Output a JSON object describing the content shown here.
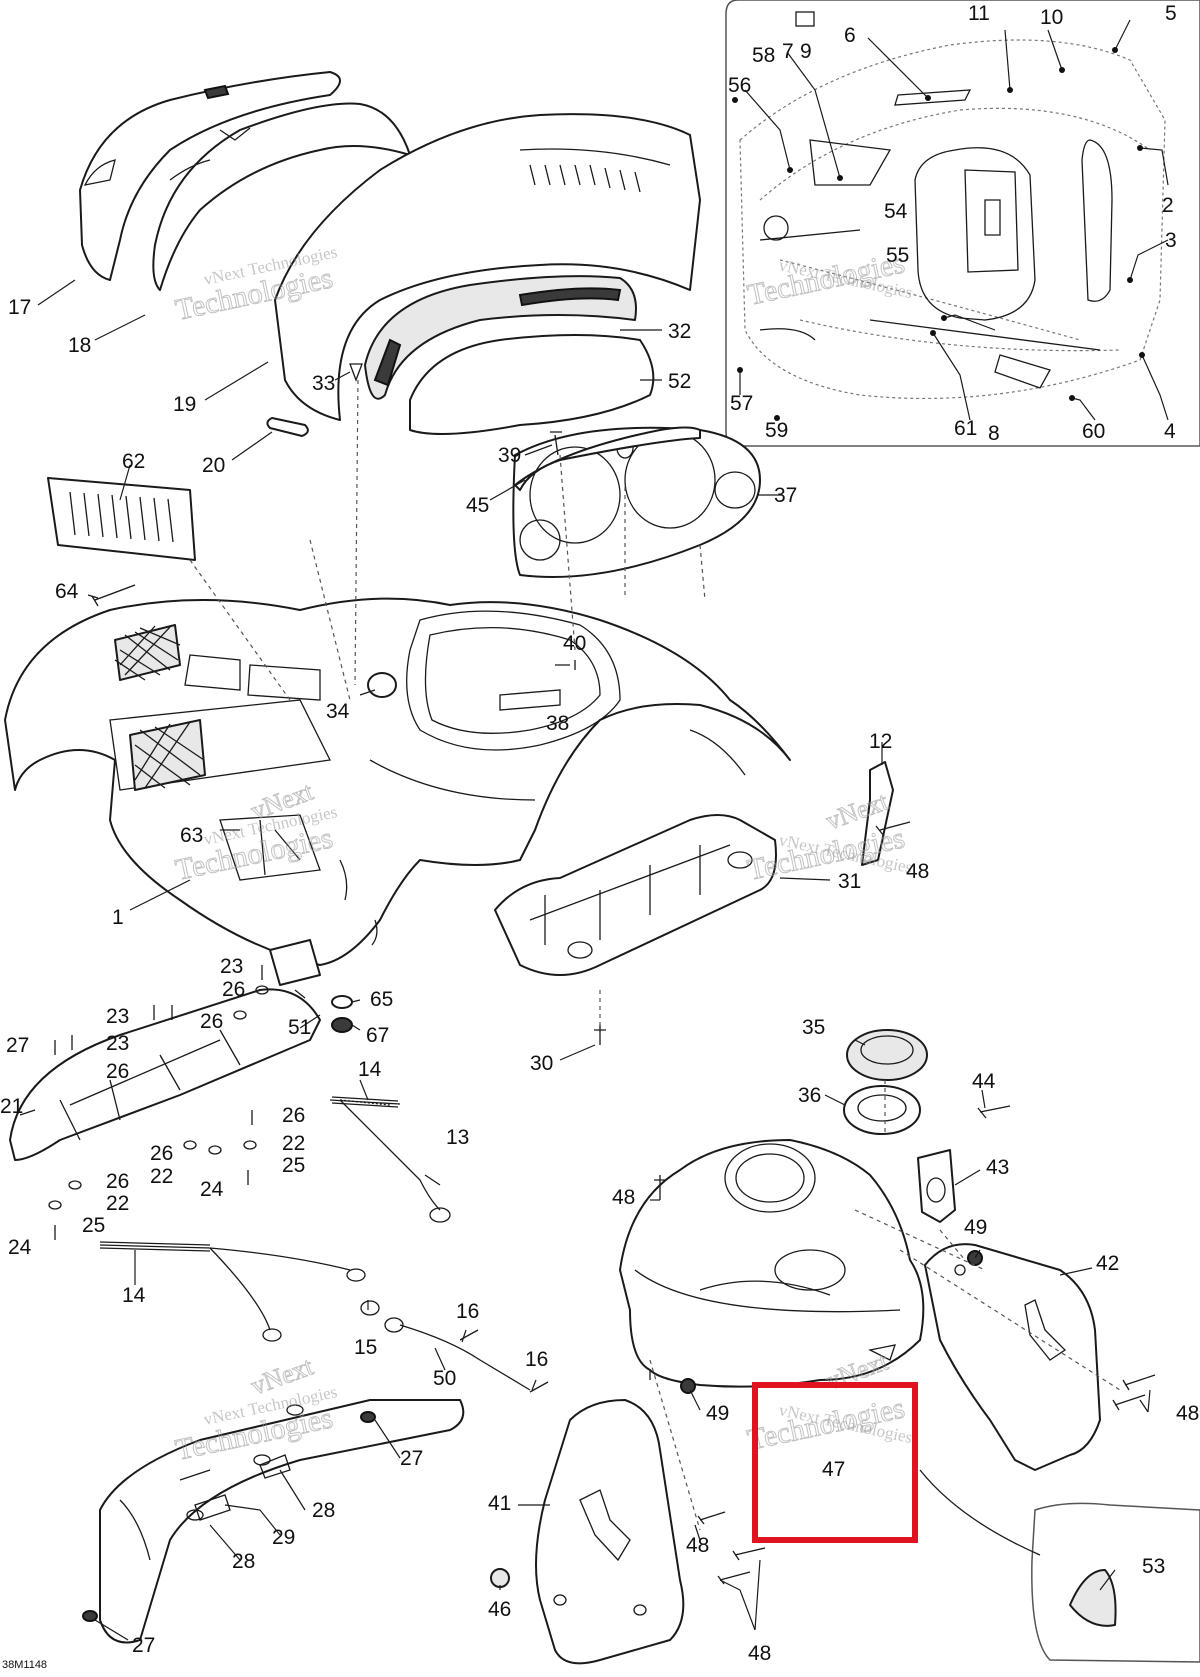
{
  "diagram": {
    "drawing_code": "38M1148",
    "highlight_color": "#e0141e",
    "watermark_lines": [
      "vNext Technologies",
      "Technologies",
      "vNext"
    ],
    "callouts": [
      {
        "id": "c1",
        "label": "1"
      },
      {
        "id": "c2",
        "label": "2"
      },
      {
        "id": "c3",
        "label": "3"
      },
      {
        "id": "c4",
        "label": "4"
      },
      {
        "id": "c5",
        "label": "5"
      },
      {
        "id": "c6",
        "label": "6"
      },
      {
        "id": "c7",
        "label": "7"
      },
      {
        "id": "c8",
        "label": "8"
      },
      {
        "id": "c9",
        "label": "9"
      },
      {
        "id": "c10",
        "label": "10"
      },
      {
        "id": "c11",
        "label": "11"
      },
      {
        "id": "c12",
        "label": "12"
      },
      {
        "id": "c13",
        "label": "13"
      },
      {
        "id": "c14a",
        "label": "14"
      },
      {
        "id": "c14b",
        "label": "14"
      },
      {
        "id": "c15",
        "label": "15"
      },
      {
        "id": "c16a",
        "label": "16"
      },
      {
        "id": "c16b",
        "label": "16"
      },
      {
        "id": "c17",
        "label": "17"
      },
      {
        "id": "c18",
        "label": "18"
      },
      {
        "id": "c19",
        "label": "19"
      },
      {
        "id": "c20",
        "label": "20"
      },
      {
        "id": "c21",
        "label": "21"
      },
      {
        "id": "c22a",
        "label": "22"
      },
      {
        "id": "c22b",
        "label": "22"
      },
      {
        "id": "c22c",
        "label": "22"
      },
      {
        "id": "c23a",
        "label": "23"
      },
      {
        "id": "c23b",
        "label": "23"
      },
      {
        "id": "c23c",
        "label": "23"
      },
      {
        "id": "c24a",
        "label": "24"
      },
      {
        "id": "c24b",
        "label": "24"
      },
      {
        "id": "c25a",
        "label": "25"
      },
      {
        "id": "c25b",
        "label": "25"
      },
      {
        "id": "c26a",
        "label": "26"
      },
      {
        "id": "c26b",
        "label": "26"
      },
      {
        "id": "c26c",
        "label": "26"
      },
      {
        "id": "c26d",
        "label": "26"
      },
      {
        "id": "c26e",
        "label": "26"
      },
      {
        "id": "c26f",
        "label": "26"
      },
      {
        "id": "c27a",
        "label": "27"
      },
      {
        "id": "c27b",
        "label": "27"
      },
      {
        "id": "c27c",
        "label": "27"
      },
      {
        "id": "c28a",
        "label": "28"
      },
      {
        "id": "c28b",
        "label": "28"
      },
      {
        "id": "c29",
        "label": "29"
      },
      {
        "id": "c30",
        "label": "30"
      },
      {
        "id": "c31",
        "label": "31"
      },
      {
        "id": "c32",
        "label": "32"
      },
      {
        "id": "c33",
        "label": "33"
      },
      {
        "id": "c34",
        "label": "34"
      },
      {
        "id": "c35",
        "label": "35"
      },
      {
        "id": "c36",
        "label": "36"
      },
      {
        "id": "c37",
        "label": "37"
      },
      {
        "id": "c38",
        "label": "38"
      },
      {
        "id": "c39",
        "label": "39"
      },
      {
        "id": "c40",
        "label": "40"
      },
      {
        "id": "c41",
        "label": "41"
      },
      {
        "id": "c42",
        "label": "42"
      },
      {
        "id": "c43",
        "label": "43"
      },
      {
        "id": "c44",
        "label": "44"
      },
      {
        "id": "c45",
        "label": "45"
      },
      {
        "id": "c46",
        "label": "46"
      },
      {
        "id": "c47",
        "label": "47"
      },
      {
        "id": "c48a",
        "label": "48"
      },
      {
        "id": "c48b",
        "label": "48"
      },
      {
        "id": "c48c",
        "label": "48"
      },
      {
        "id": "c48d",
        "label": "48"
      },
      {
        "id": "c48e",
        "label": "48"
      },
      {
        "id": "c49a",
        "label": "49"
      },
      {
        "id": "c49b",
        "label": "49"
      },
      {
        "id": "c50",
        "label": "50"
      },
      {
        "id": "c51",
        "label": "51"
      },
      {
        "id": "c52",
        "label": "52"
      },
      {
        "id": "c53",
        "label": "53"
      },
      {
        "id": "c54",
        "label": "54"
      },
      {
        "id": "c55",
        "label": "55"
      },
      {
        "id": "c56",
        "label": "56"
      },
      {
        "id": "c57",
        "label": "57"
      },
      {
        "id": "c58",
        "label": "58"
      },
      {
        "id": "c59",
        "label": "59"
      },
      {
        "id": "c60",
        "label": "60"
      },
      {
        "id": "c61",
        "label": "61"
      },
      {
        "id": "c62",
        "label": "62"
      },
      {
        "id": "c63",
        "label": "63"
      },
      {
        "id": "c64",
        "label": "64"
      },
      {
        "id": "c65",
        "label": "65"
      },
      {
        "id": "c67",
        "label": "67"
      }
    ]
  }
}
